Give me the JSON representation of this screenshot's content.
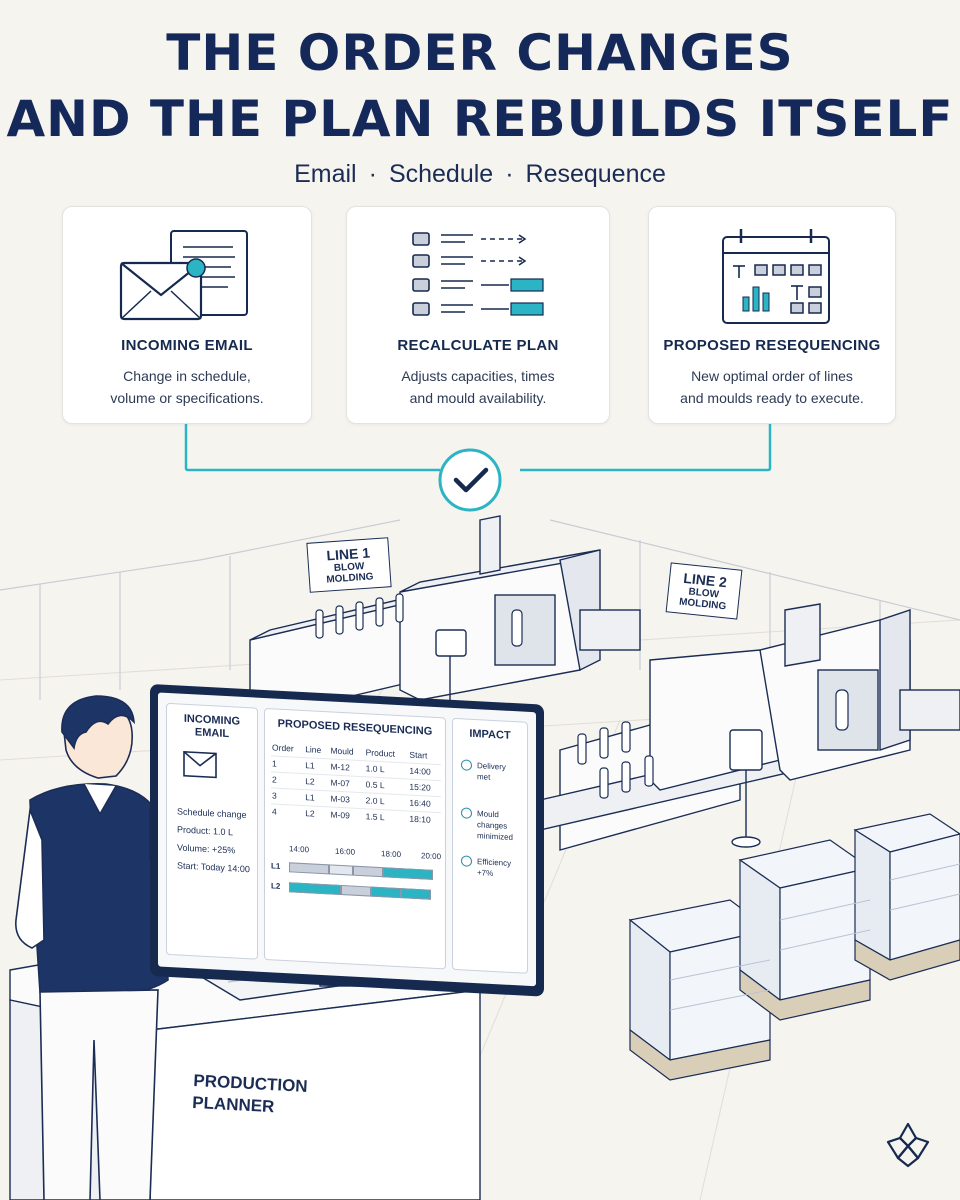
{
  "title": {
    "line1": "THE ORDER CHANGES",
    "line2": "AND THE PLAN REBUILDS ITSELF"
  },
  "subtitle": {
    "items": [
      "Email",
      "Schedule",
      "Resequence"
    ],
    "separator": "·"
  },
  "steps": [
    {
      "title": "INCOMING EMAIL",
      "description": [
        "Change in schedule,",
        "volume or specifications."
      ],
      "icon": "envelope-document-icon"
    },
    {
      "title": "RECALCULATE PLAN",
      "description": [
        "Adjusts capacities, times",
        "and mould availability."
      ],
      "icon": "plan-list-icon"
    },
    {
      "title": "PROPOSED RESEQUENCING",
      "description": [
        "New optimal order of lines",
        "and moulds ready to execute."
      ],
      "icon": "calendar-icon"
    }
  ],
  "lines": [
    {
      "main": "LINE 1",
      "sub": "BLOW MOLDING"
    },
    {
      "main": "LINE 2",
      "sub": "BLOW MOLDING"
    }
  ],
  "screen": {
    "email_panel": {
      "title": [
        "INCOMING",
        "EMAIL"
      ],
      "lines": [
        "Schedule change",
        "Product: 1.0 L",
        "Volume: +25%",
        "Start: Today 14:00"
      ]
    },
    "plan_panel": {
      "title": "PROPOSED RESEQUENCING",
      "columns": [
        "Order",
        "Line",
        "Mould",
        "Product",
        "Start"
      ],
      "rows": [
        [
          "1",
          "L1",
          "M-12",
          "1.0 L",
          "14:00"
        ],
        [
          "2",
          "L2",
          "M-07",
          "0.5 L",
          "15:20"
        ],
        [
          "3",
          "L1",
          "M-03",
          "2.0 L",
          "16:40"
        ],
        [
          "4",
          "L2",
          "M-09",
          "1.5 L",
          "18:10"
        ]
      ],
      "time_ticks": [
        "14:00",
        "16:00",
        "18:00",
        "20:00"
      ],
      "gantt_rows": [
        "L1",
        "L2"
      ]
    },
    "impact_panel": {
      "title": "IMPACT",
      "items": [
        [
          "Delivery",
          "met"
        ],
        [
          "Mould changes",
          "minimized"
        ],
        [
          "Efficiency",
          "+7%"
        ]
      ]
    }
  },
  "desk_label": [
    "PRODUCTION",
    "PLANNER"
  ],
  "colors": {
    "navy": "#16294f",
    "teal": "#2bb4c4",
    "background": "#f6f4ef"
  }
}
